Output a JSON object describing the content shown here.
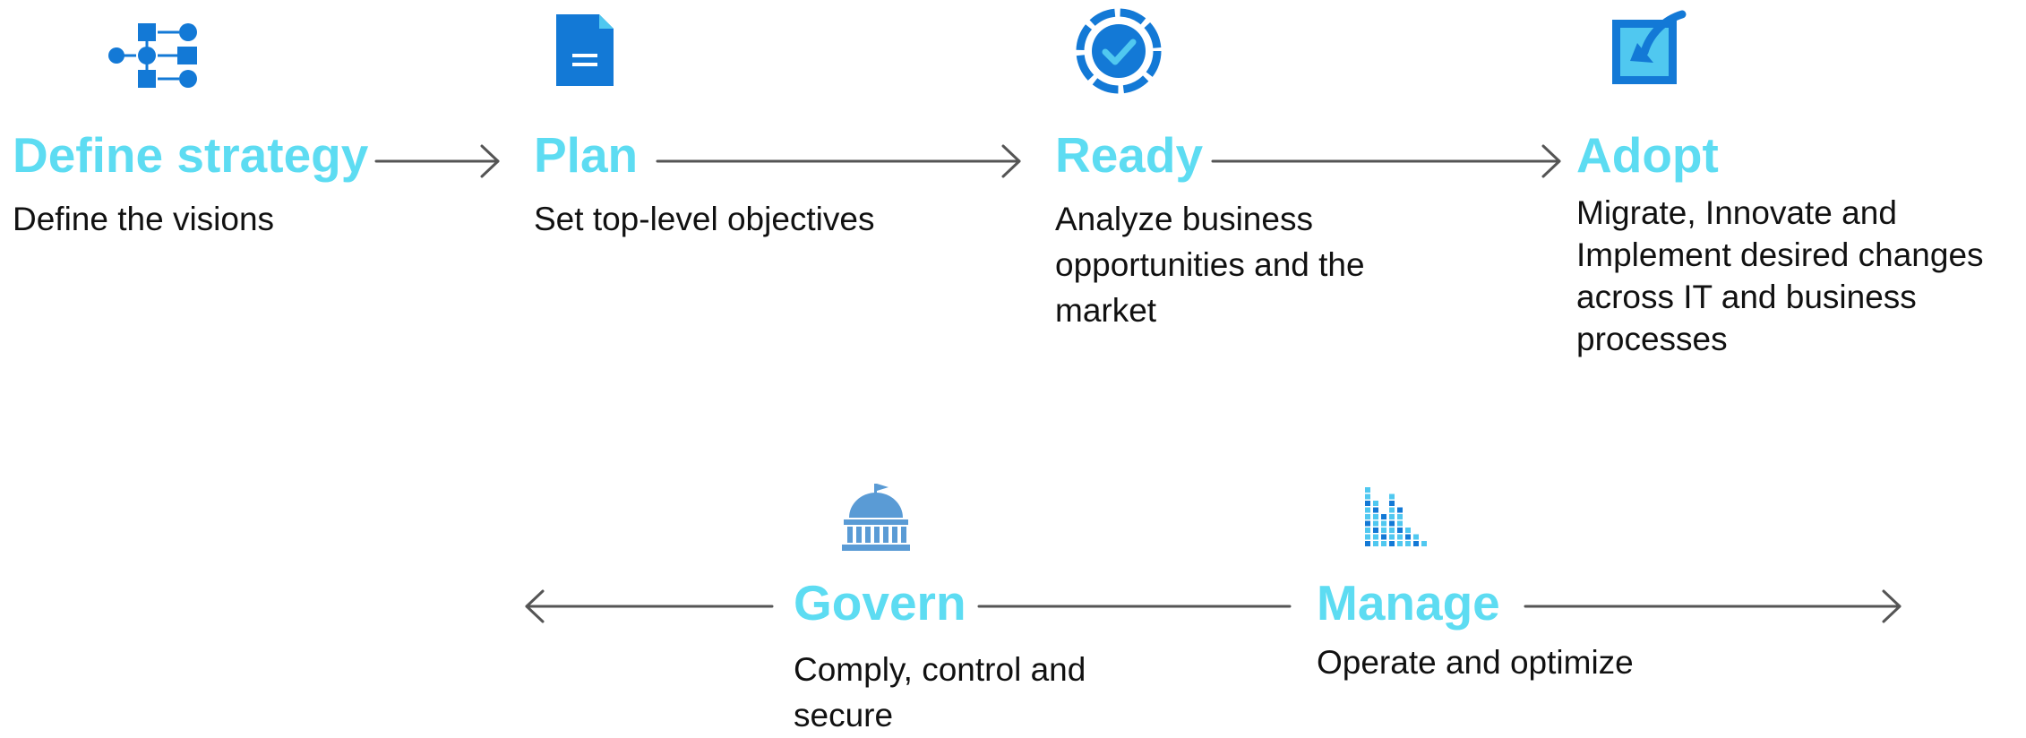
{
  "colors": {
    "title": "#5ddcf2",
    "icon_dark": "#1379d6",
    "icon_light": "#50c8f0",
    "govern_icon": "#5a9bd5",
    "arrow": "#555555",
    "text": "#111111"
  },
  "steps": [
    {
      "id": "define-strategy",
      "title": "Define strategy",
      "description": "Define the visions",
      "icon": "process-flow-icon"
    },
    {
      "id": "plan",
      "title": "Plan",
      "description": "Set top-level objectives",
      "icon": "document-icon"
    },
    {
      "id": "ready",
      "title": "Ready",
      "description": "Analyze business opportunities and the market",
      "icon": "checkmark-circle-icon"
    },
    {
      "id": "adopt",
      "title": "Adopt",
      "description": "Migrate, Innovate and Implement desired changes across IT and business processes",
      "icon": "import-arrow-icon"
    },
    {
      "id": "govern",
      "title": "Govern",
      "description": "Comply, control and secure",
      "icon": "capitol-building-icon"
    },
    {
      "id": "manage",
      "title": "Manage",
      "description": "Operate and optimize",
      "icon": "bar-chart-icon"
    }
  ]
}
